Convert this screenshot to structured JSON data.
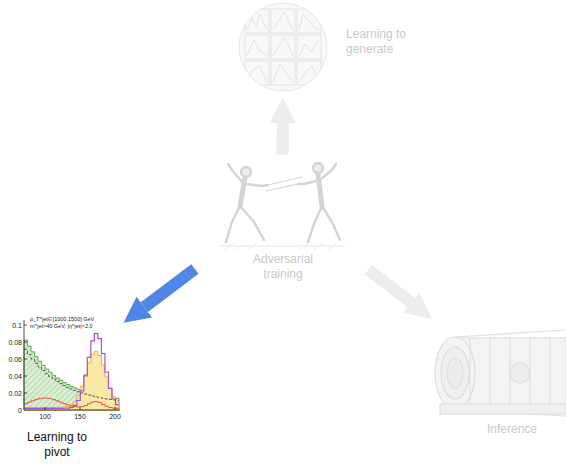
{
  "diagram": {
    "nodes": [
      {
        "text": [
          "Learning to generate"
        ]
      },
      {
        "text": [
          "Adversarial training"
        ]
      },
      {
        "text": [
          "Learning to pivot"
        ]
      },
      {
        "text": [
          "Inference"
        ]
      }
    ],
    "edges": [
      {
        "from": 1,
        "to": 0,
        "arrow": "to"
      },
      {
        "from": 1,
        "to": 2,
        "arrow": "to"
      },
      {
        "from": 1,
        "to": 3,
        "arrow": "to"
      }
    ],
    "labels": [
      "p_T^jet∈[1000,1500] GeV",
      "m^jet>40 GeV, |η^jet|<2.0",
      "0.1",
      "0.08",
      "0.06",
      "0.04",
      "0.02",
      "0",
      "100",
      "150",
      "200"
    ]
  }
}
